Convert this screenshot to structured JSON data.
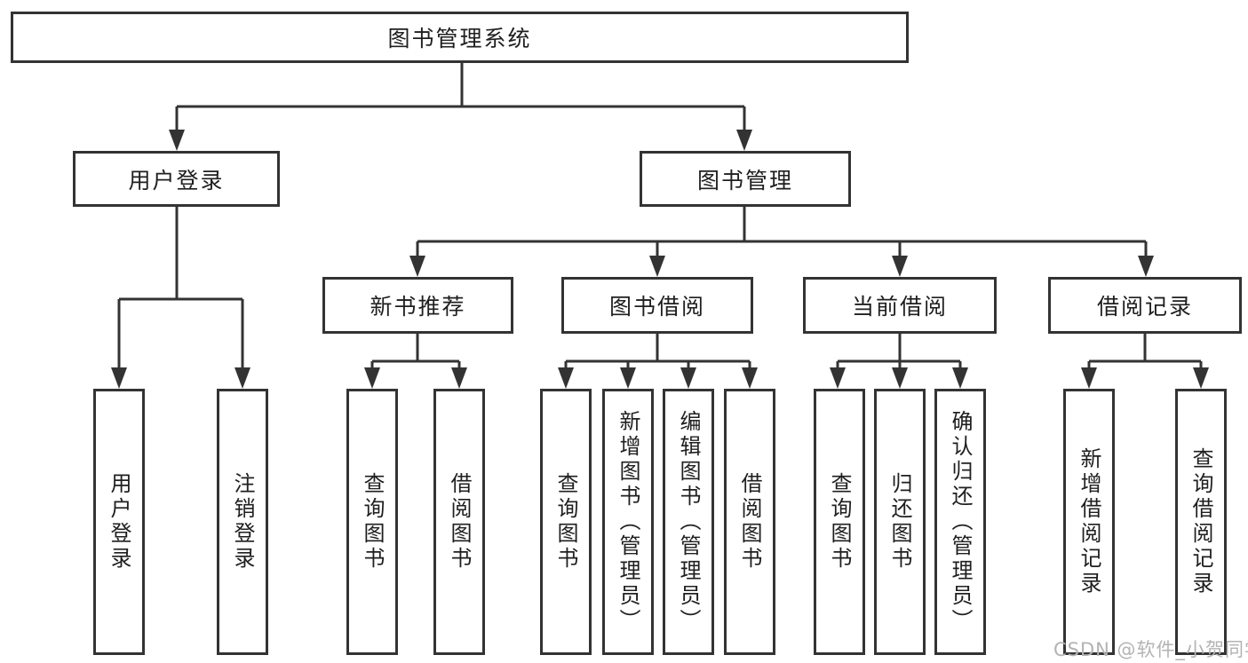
{
  "watermark": "CSDN @软件_小贺同学",
  "colors": {
    "line": "#333333",
    "text": "#1f1f1f",
    "watermark": "#b3b3b3",
    "background": "#ffffff"
  },
  "tree": {
    "root": {
      "label": "图书管理系统"
    },
    "branches": [
      {
        "label": "用户登录",
        "children": [
          {
            "label": "用户登录"
          },
          {
            "label": "注销登录"
          }
        ]
      },
      {
        "label": "图书管理",
        "groups": [
          {
            "label": "新书推荐",
            "children": [
              {
                "label": "查询图书"
              },
              {
                "label": "借阅图书"
              }
            ]
          },
          {
            "label": "图书借阅",
            "children": [
              {
                "label": "查询图书"
              },
              {
                "label": "新增图书（管理员）"
              },
              {
                "label": "编辑图书（管理员）"
              },
              {
                "label": "借阅图书"
              }
            ]
          },
          {
            "label": "当前借阅",
            "children": [
              {
                "label": "查询图书"
              },
              {
                "label": "归还图书"
              },
              {
                "label": "确认归还（管理员）"
              }
            ]
          },
          {
            "label": "借阅记录",
            "children": [
              {
                "label": "新增借阅记录"
              },
              {
                "label": "查询借阅记录"
              }
            ]
          }
        ]
      }
    ]
  }
}
